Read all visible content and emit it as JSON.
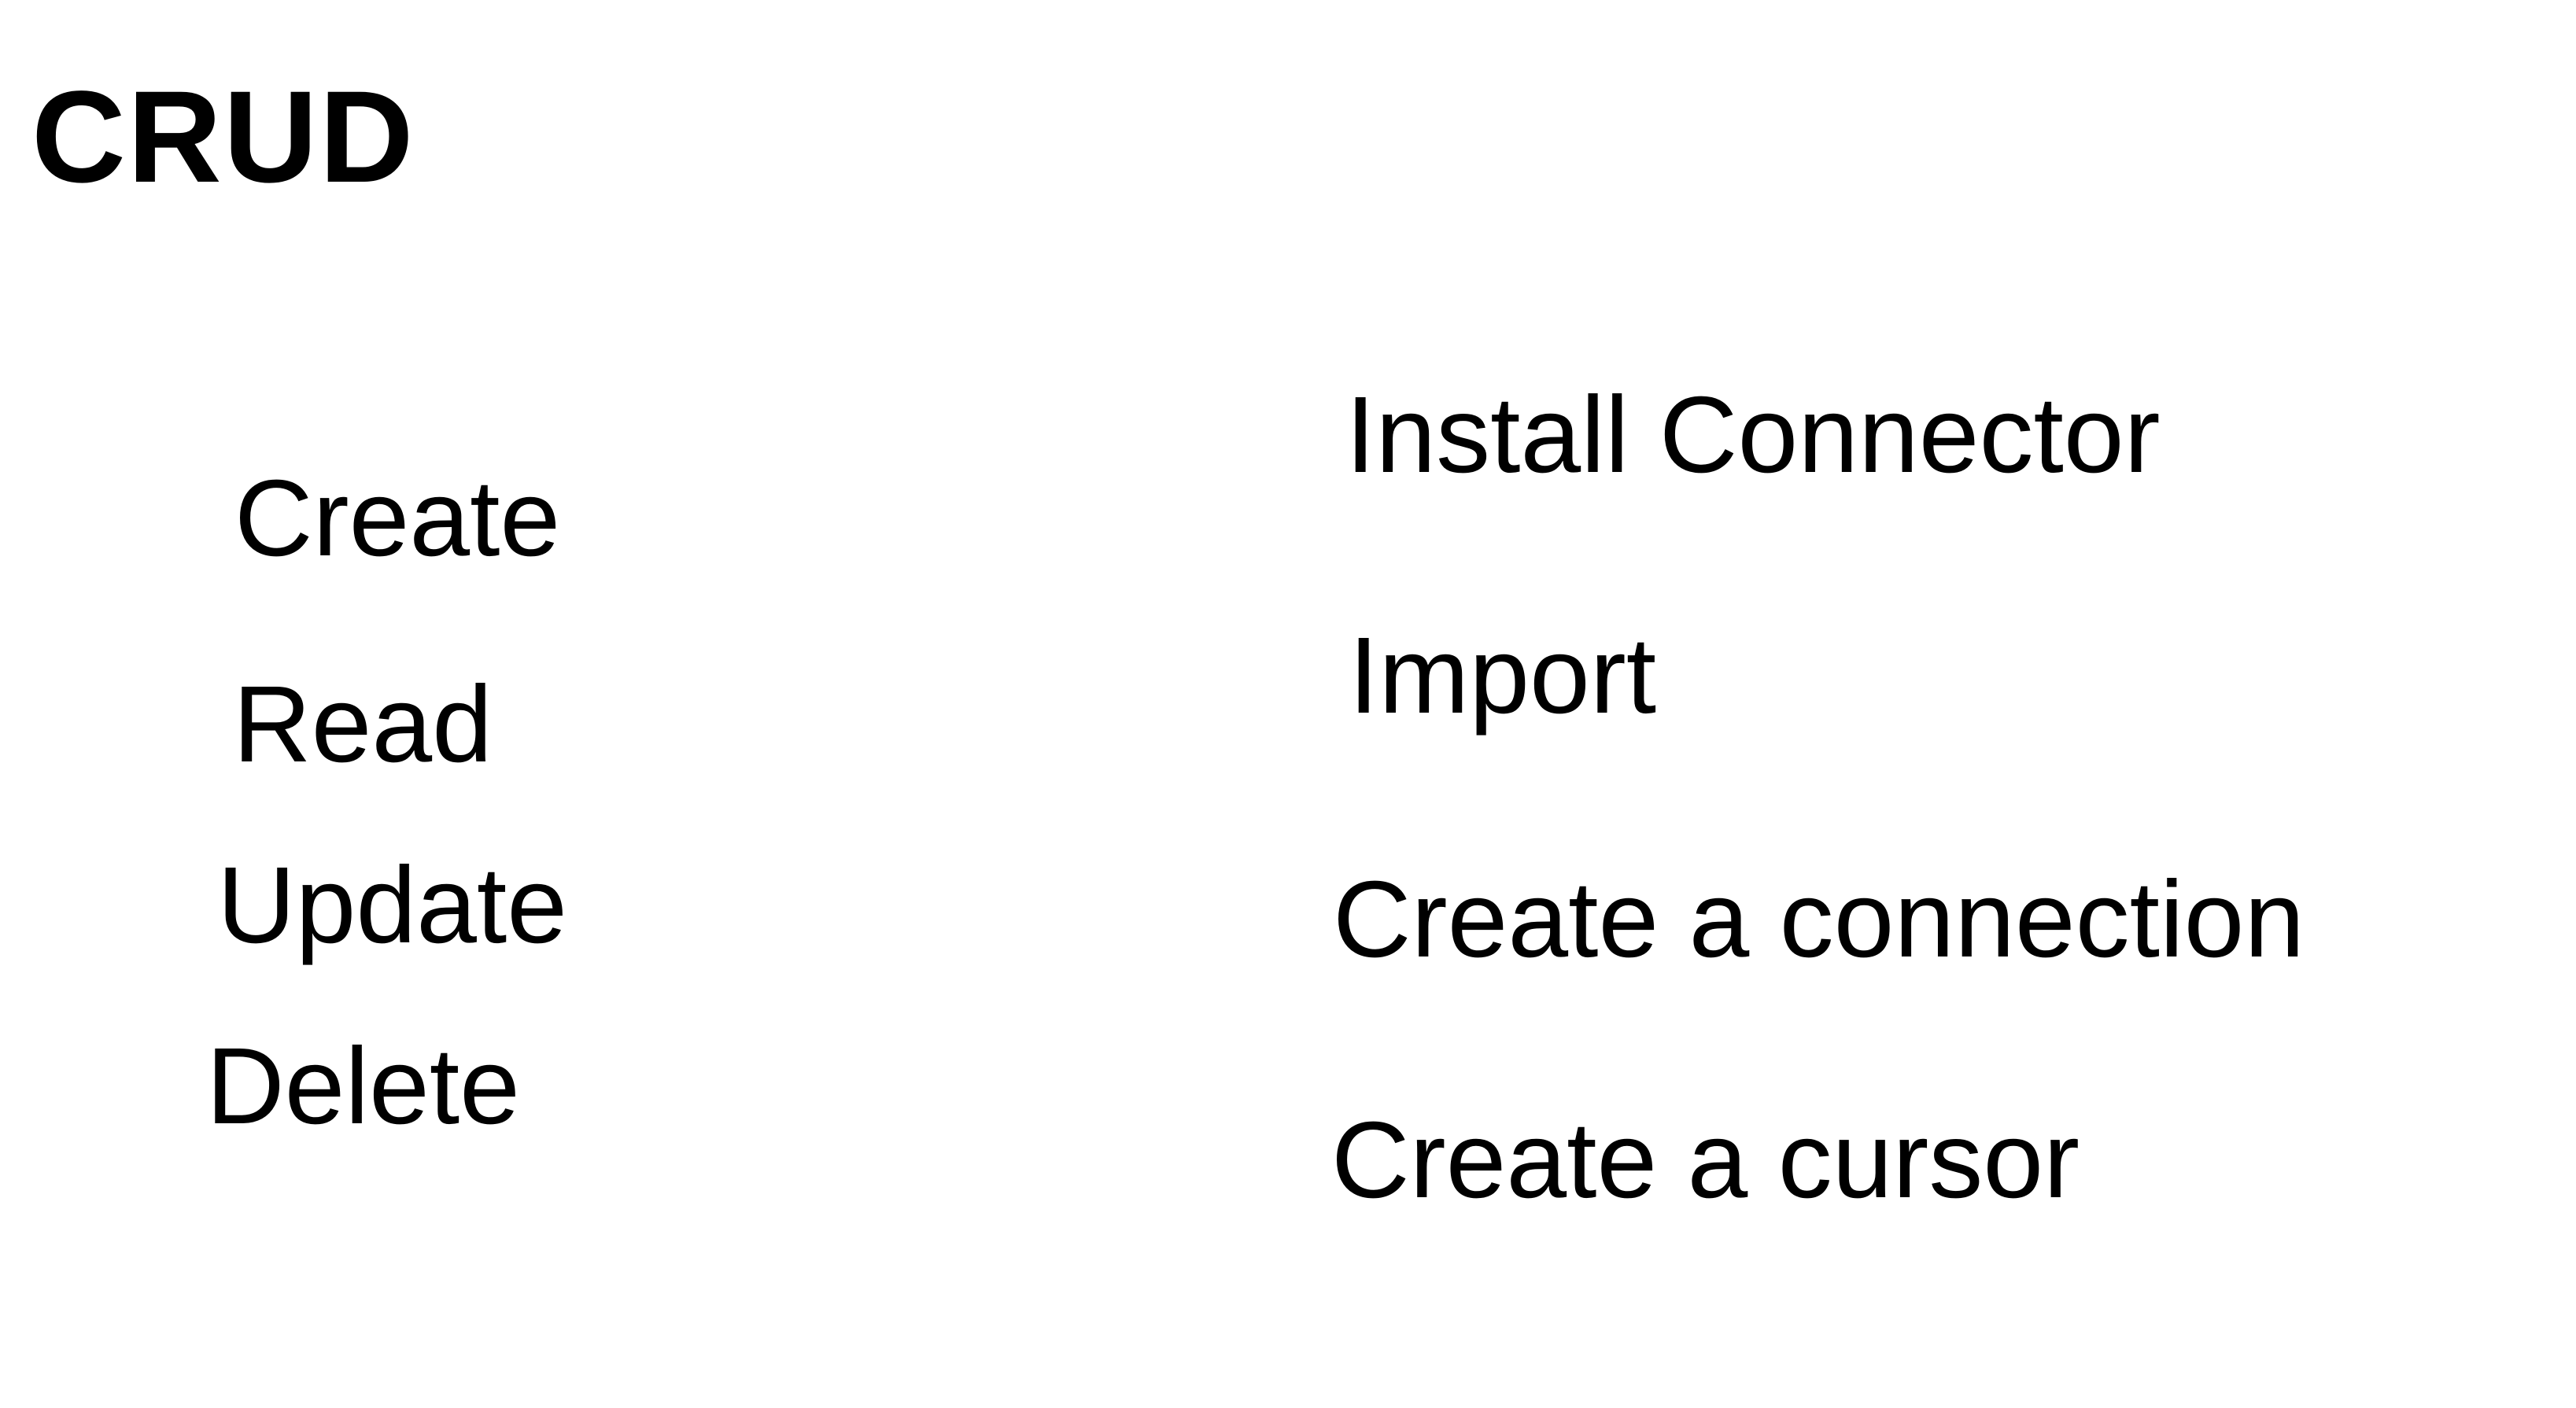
{
  "slide": {
    "title": "CRUD",
    "left_column": [
      {
        "label": "Create"
      },
      {
        "label": "Read"
      },
      {
        "label": "Update"
      },
      {
        "label": "Delete"
      }
    ],
    "right_column": [
      {
        "label": "Install Connector"
      },
      {
        "label": "Import"
      },
      {
        "label": "Create a connection"
      },
      {
        "label": "Create a cursor"
      }
    ],
    "colors": {
      "background": "#ffffff",
      "text": "#000000"
    }
  }
}
